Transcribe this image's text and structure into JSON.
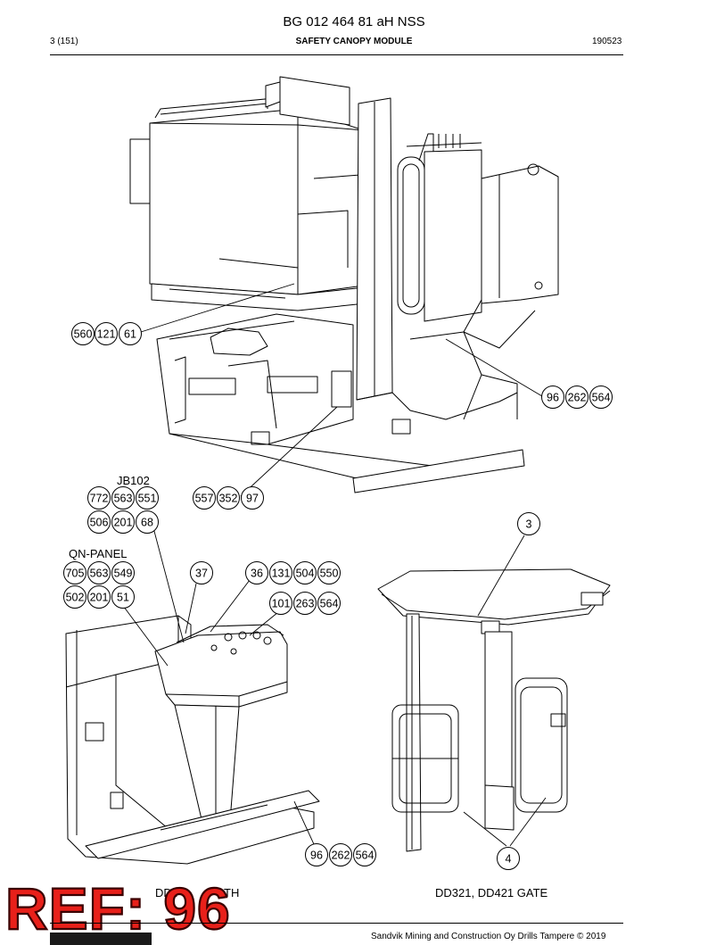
{
  "header": {
    "doc_number": "BG 012 464 81 aH NSS",
    "page": "3 (151)",
    "section_title": "SAFETY CANOPY MODULE",
    "date_code": "190523"
  },
  "labels": {
    "jb102": "JB102",
    "qn_panel": "QN-PANEL"
  },
  "callouts": {
    "c560": [
      "560",
      "121",
      "61"
    ],
    "c96a": [
      "96",
      "262",
      "564"
    ],
    "c772": [
      "772",
      "563",
      "551"
    ],
    "c506": [
      "506",
      "201",
      "68"
    ],
    "c557": [
      "557",
      "352",
      "97"
    ],
    "c3": [
      "3"
    ],
    "c705": [
      "705",
      "563",
      "549"
    ],
    "c502": [
      "502",
      "201",
      "51"
    ],
    "c37": [
      "37"
    ],
    "c36": [
      "36",
      "131",
      "504",
      "550"
    ],
    "c101": [
      "101",
      "263",
      "564"
    ],
    "c96b": [
      "96",
      "262",
      "564"
    ],
    "c4": [
      "4"
    ]
  },
  "captions": {
    "left": "DD4",
    "left_tail": "TH",
    "right": "DD321, DD421 GATE"
  },
  "stamp": "REF: 96",
  "footer": {
    "copyright": "Sandvik Mining and Construction Oy Drills Tampere © 2019"
  }
}
